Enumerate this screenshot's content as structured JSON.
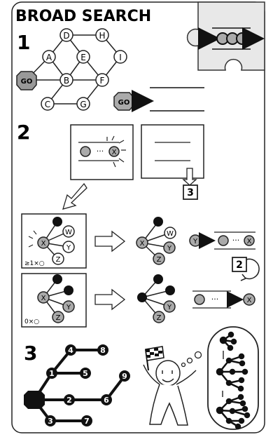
{
  "title": "BROAD SEARCH",
  "steps": [
    "1",
    "2",
    "3"
  ],
  "graph_nodes": [
    "D",
    "H",
    "A",
    "E",
    "I",
    "B",
    "F",
    "C",
    "G"
  ],
  "start_label": "GO",
  "queue_markers": [
    "X",
    "W",
    "Y",
    "Z"
  ],
  "count_labels": [
    "≥1×○",
    "0×○"
  ],
  "return_label": "2",
  "goto_label": "3",
  "tree_numbers": [
    "1",
    "2",
    "3",
    "4",
    "5",
    "6",
    "7",
    "8",
    "9"
  ],
  "queue_dots": "···"
}
